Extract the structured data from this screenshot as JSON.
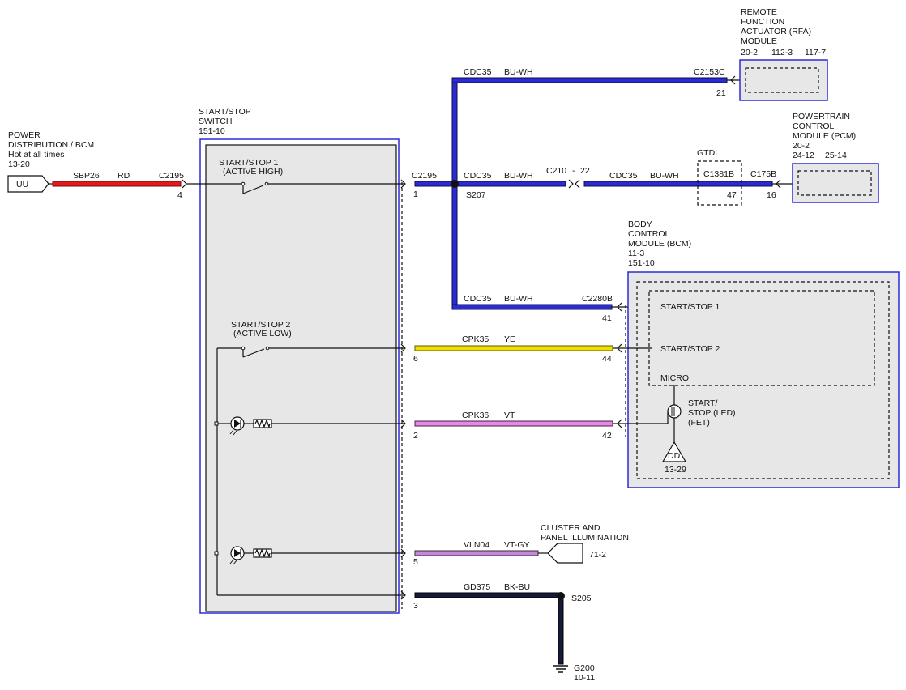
{
  "colors": {
    "red": "#e01b1b",
    "blue": "#2b2bd6",
    "yellow": "#f0e000",
    "violet": "#e38ae3",
    "dark": "#141a3a",
    "box_fill": "#e7e7e7",
    "box_border": "#2b2bd6"
  },
  "power": {
    "title": [
      "POWER",
      "DISTRIBUTION / BCM",
      "Hot at all times",
      "13-20"
    ],
    "tag": "UU"
  },
  "start_stop_switch": {
    "title": [
      "START/STOP",
      "SWITCH",
      "151-10"
    ],
    "switch1": [
      "START/STOP 1",
      "(ACTIVE HIGH)"
    ],
    "switch2": [
      "START/STOP 2",
      "(ACTIVE LOW)"
    ]
  },
  "wires": {
    "sbp26": {
      "circuit": "SBP26",
      "color_code": "RD",
      "connector": "C2195",
      "pin": "4"
    },
    "c2195_right": {
      "connector": "C2195",
      "pin": "1",
      "splice": "S207"
    },
    "cdc35_top": {
      "circuit": "CDC35",
      "color_code": "BU-WH",
      "connector": "C2153C",
      "pin": "21"
    },
    "cdc35_mid": {
      "circuit": "CDC35",
      "color_code": "BU-WH",
      "inline": "C210",
      "inline_sep": "-",
      "inline_pin": "22"
    },
    "cdc35_mid2": {
      "circuit": "CDC35",
      "color_code": "BU-WH"
    },
    "cdc35_bcm": {
      "circuit": "CDC35",
      "color_code": "BU-WH",
      "connector": "C2280B",
      "pin": "41"
    },
    "cpk35": {
      "circuit": "CPK35",
      "color_code": "YE",
      "left_pin": "6",
      "right_pin": "44"
    },
    "cpk36": {
      "circuit": "CPK36",
      "color_code": "VT",
      "left_pin": "2",
      "right_pin": "42"
    },
    "vln04": {
      "circuit": "VLN04",
      "color_code": "VT-GY",
      "left_pin": "5"
    },
    "gd375": {
      "circuit": "GD375",
      "color_code": "BK-BU",
      "left_pin": "3",
      "splice": "S205"
    }
  },
  "gtdi": {
    "label": "GTDI",
    "connector": "C1381B",
    "pin": "47"
  },
  "rfa": {
    "title": [
      "REMOTE",
      "FUNCTION",
      "ACTUATOR (RFA)",
      "MODULE"
    ],
    "refs": [
      "20-2",
      "112-3",
      "117-7"
    ]
  },
  "pcm": {
    "title": [
      "POWERTRAIN",
      "CONTROL",
      "MODULE (PCM)",
      "20-2"
    ],
    "refs": [
      "24-12",
      "25-14"
    ],
    "connector": "C175B",
    "pin": "16"
  },
  "bcm": {
    "title": [
      "BODY",
      "CONTROL",
      "MODULE (BCM)",
      "11-3",
      "151-10"
    ],
    "input1": "START/STOP 1",
    "input2": "START/STOP 2",
    "micro": "MICRO",
    "led": [
      "START/",
      "STOP (LED)",
      "(FET)"
    ],
    "dd_tag": "DD",
    "dd_ref": "13-29"
  },
  "cluster": {
    "title": [
      "CLUSTER AND",
      "PANEL ILLUMINATION"
    ],
    "ref": "71-2"
  },
  "ground": {
    "name": "G200",
    "ref": "10-11"
  }
}
